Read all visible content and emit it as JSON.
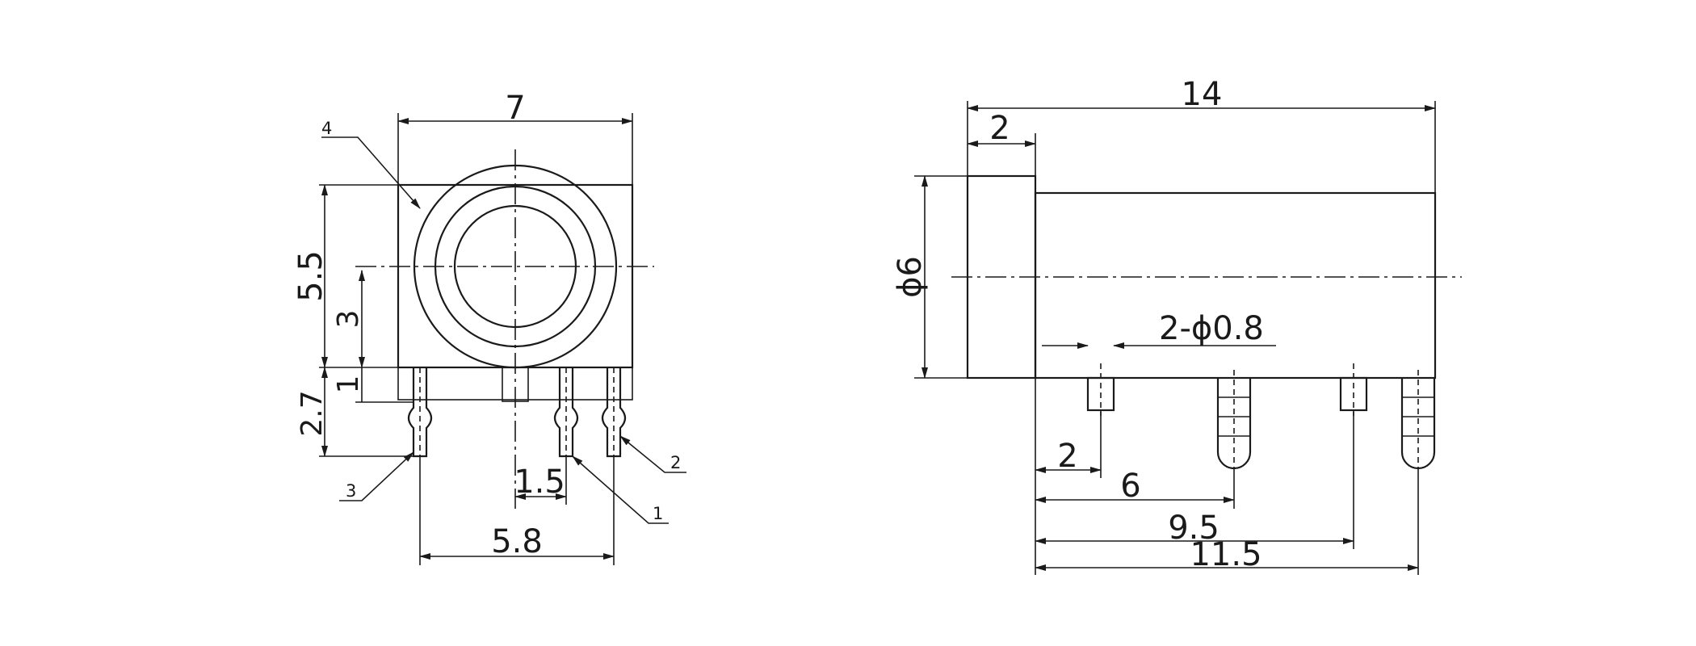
{
  "front_view": {
    "width": "7",
    "height": "5.5",
    "center_height": "3",
    "base_height": "1",
    "pin_length": "2.7",
    "pin_spacing": "5.8",
    "center_offset": "1.5",
    "callouts": [
      "4",
      "3",
      "1",
      "2"
    ]
  },
  "side_view": {
    "length": "14",
    "flange": "2",
    "diameter": "ϕ6",
    "hole_note": "2-ϕ0.8",
    "pin_offsets": [
      "2",
      "6",
      "9.5",
      "11.5"
    ]
  }
}
